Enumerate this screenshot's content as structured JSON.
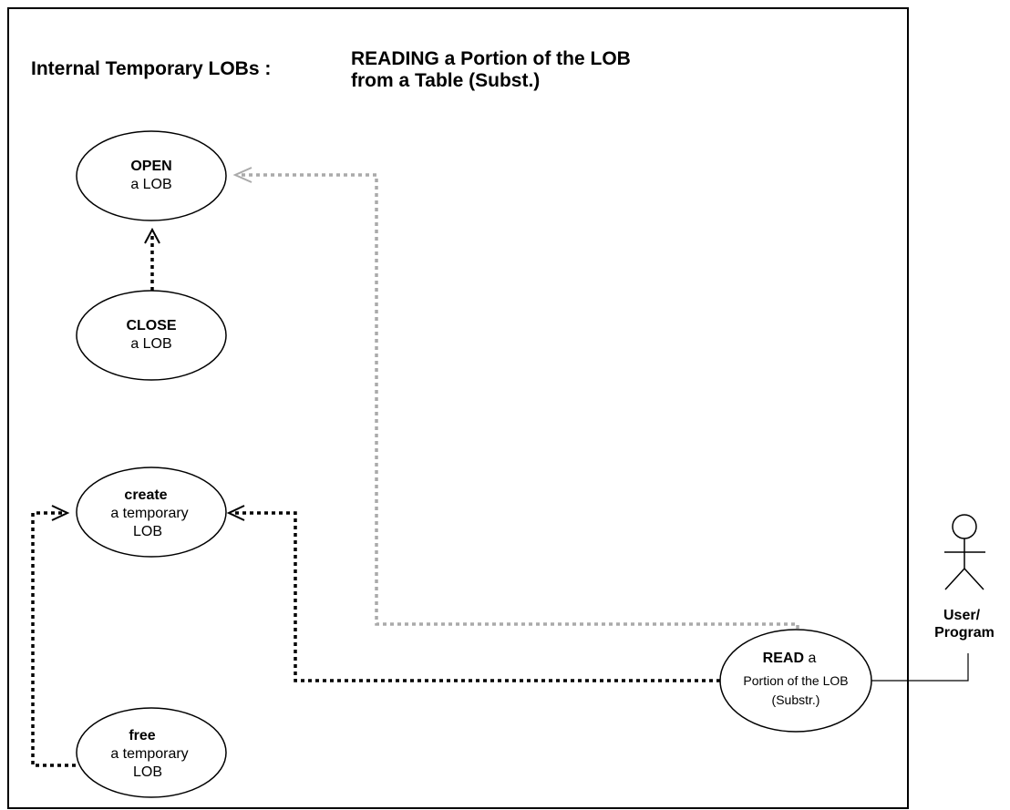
{
  "title": {
    "prefix": "Internal Temporary LOBs :",
    "line1": "READING a Portion of the LOB",
    "line2": "from a Table (Subst.)"
  },
  "use_cases": {
    "open": {
      "bold": "OPEN",
      "text": "a LOB"
    },
    "close": {
      "bold": "CLOSE",
      "text": "a LOB"
    },
    "create": {
      "bold": "create",
      "line1": "a temporary",
      "line2": "LOB"
    },
    "free": {
      "bold": "free",
      "line1": "a temporary",
      "line2": "LOB"
    },
    "read": {
      "bold": "READ",
      "bold_suffix": " a",
      "line1": "Portion of the LOB",
      "line2": "(Substr.)"
    }
  },
  "actor": {
    "line1": "User/",
    "line2": "Program"
  },
  "colors": {
    "line": "#000000",
    "optional_line": "#aaaaaa",
    "background": "#ffffff"
  }
}
